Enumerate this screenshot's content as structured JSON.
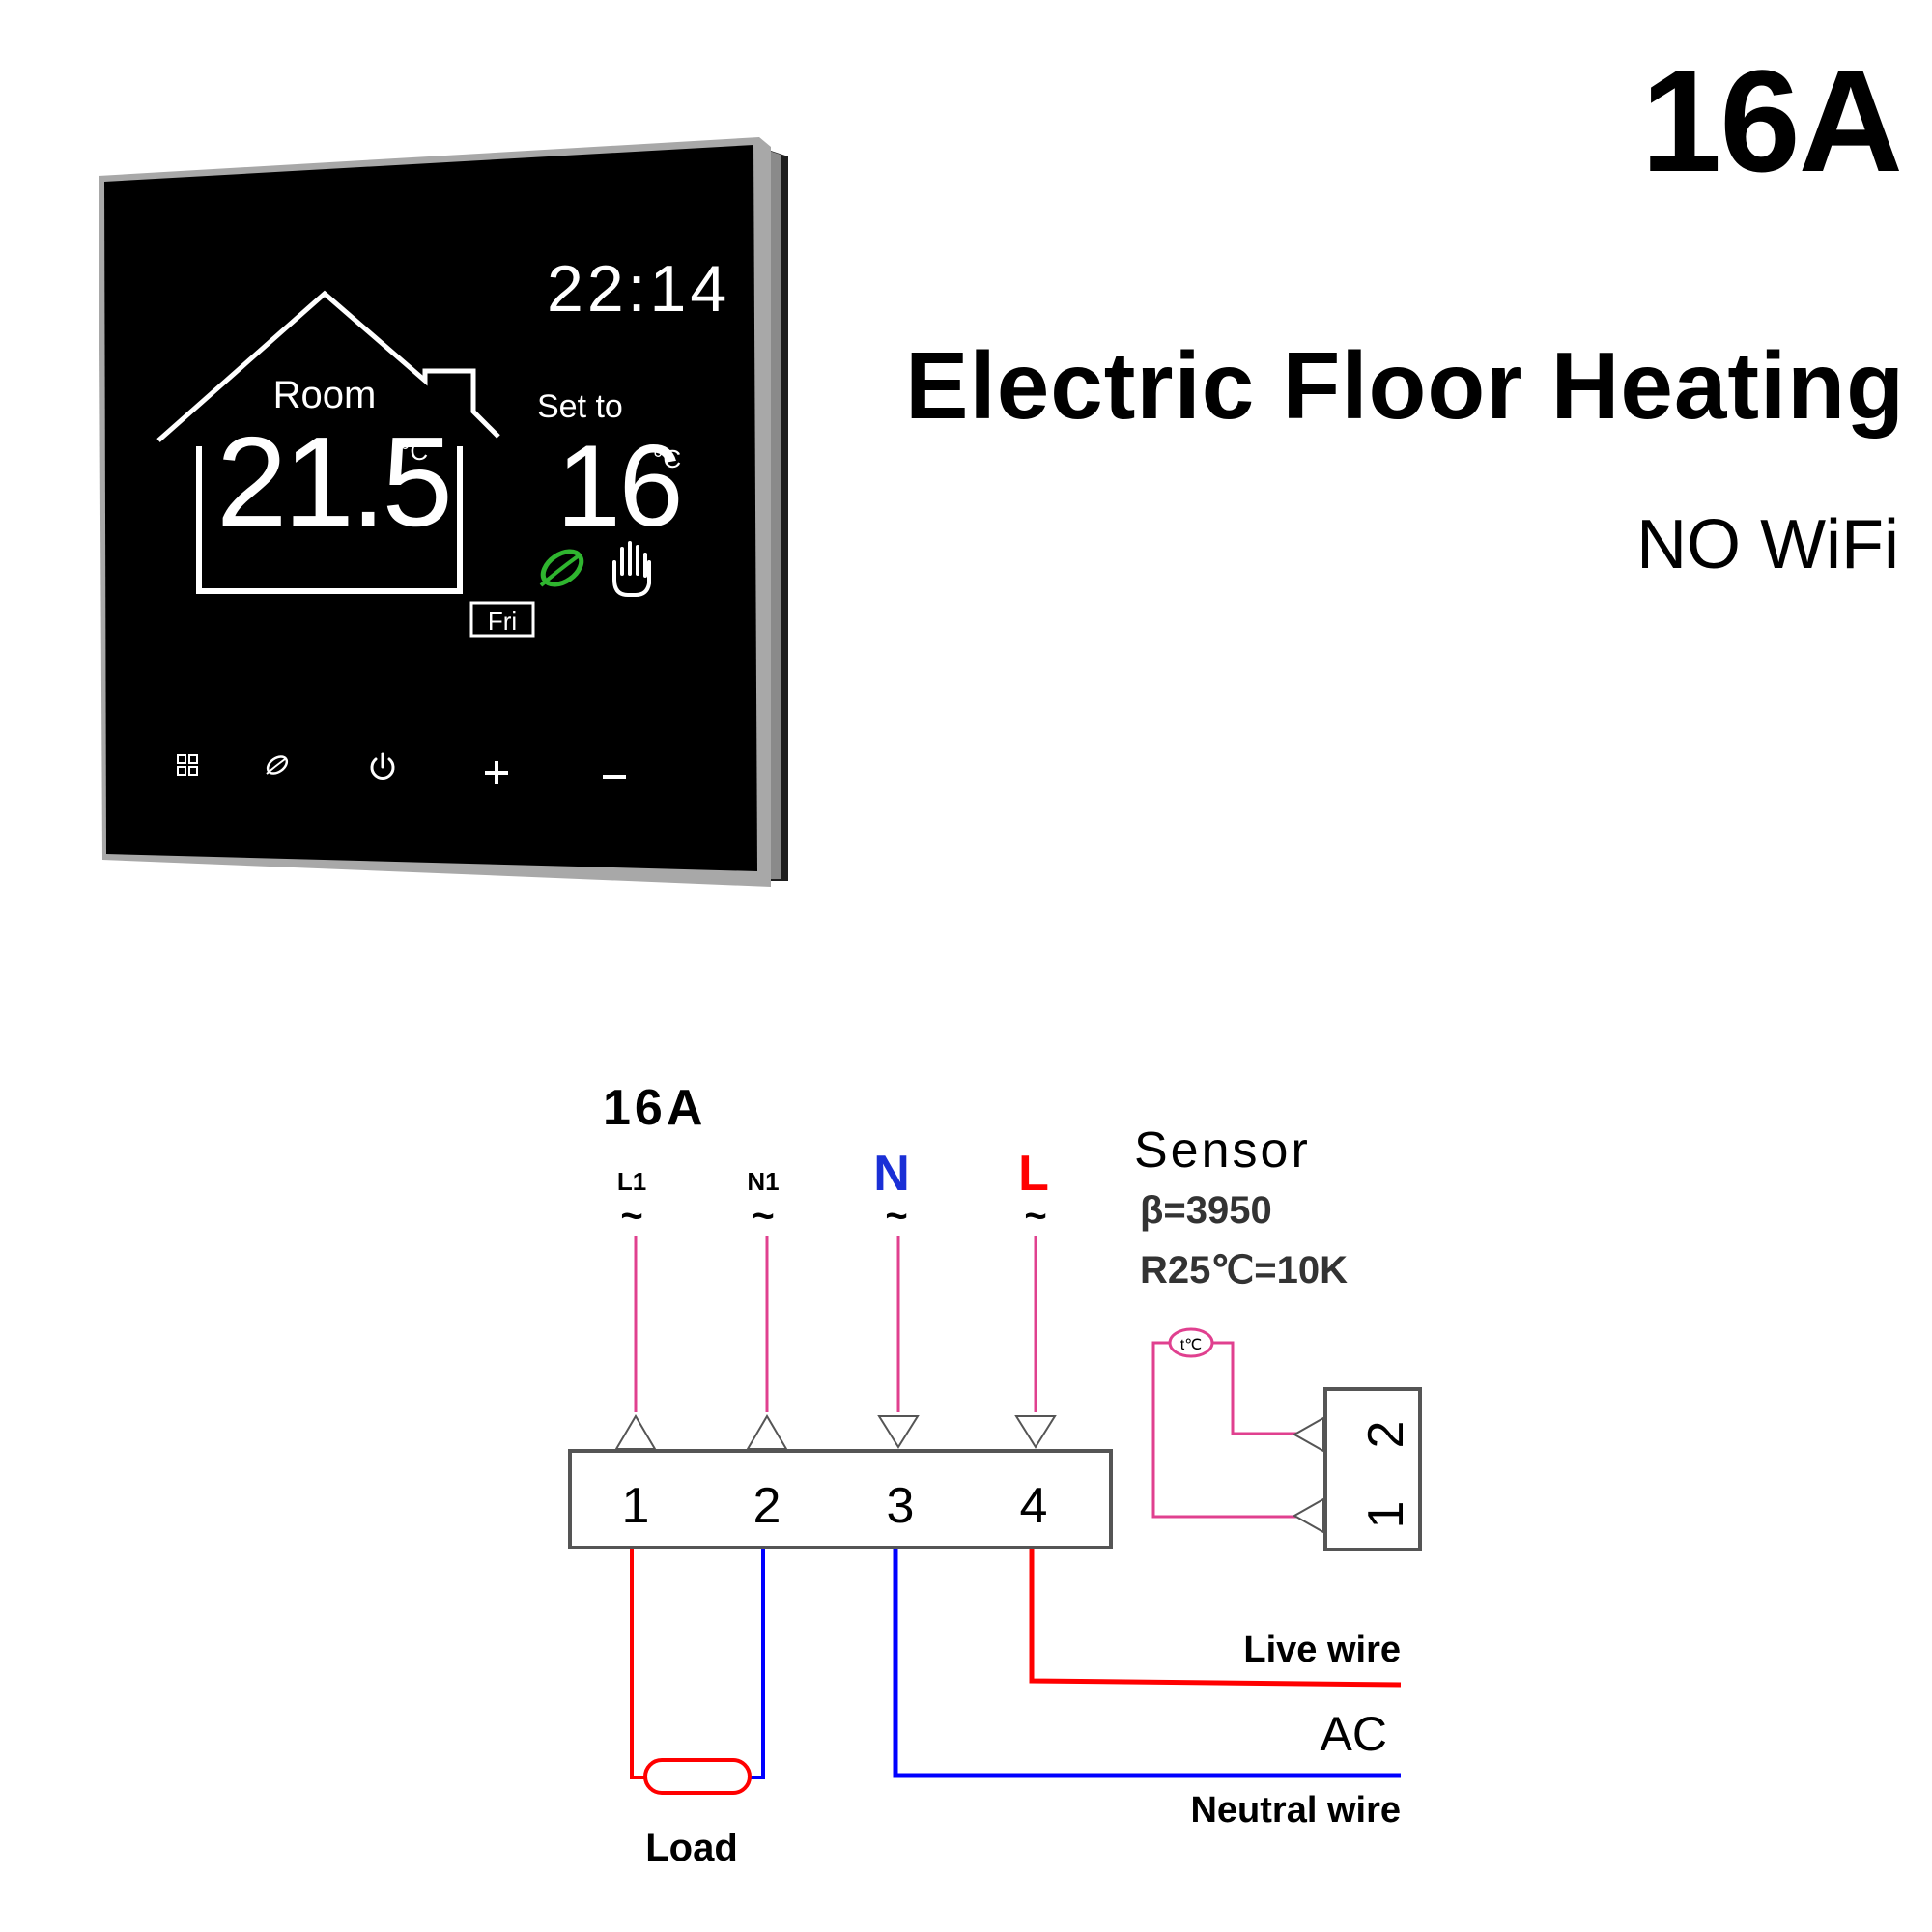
{
  "header": {
    "rating": "16A",
    "product": "Electric Floor Heating",
    "connectivity": "NO WiFi"
  },
  "thermostat": {
    "clock": "22:14",
    "room_label": "Room",
    "room_temp": "21.5",
    "room_unit": "°C",
    "set_label": "Set to",
    "set_temp": "16",
    "set_unit": "°C",
    "day": "Fri",
    "icons": [
      "eco-leaf-icon",
      "manual-hand-icon"
    ],
    "buttons": [
      "menu-icon",
      "eco-icon",
      "power-icon",
      "plus-icon",
      "minus-icon"
    ],
    "colors": {
      "screen": "#000000",
      "frame": "#9a9a9a",
      "display": "#ffffff",
      "eco": "#2fb52f"
    }
  },
  "wiring": {
    "rating": "16A",
    "terminal_labels": [
      "L1",
      "N1",
      "N",
      "L"
    ],
    "terminal_numbers": [
      "1",
      "2",
      "3",
      "4"
    ],
    "ac_symbol": "~",
    "sensor": {
      "title": "Sensor",
      "beta": "β=3950",
      "resistance": "R25℃=10K",
      "symbol": "t℃",
      "pins": [
        "2",
        "1"
      ]
    },
    "live_wire": "Live wire",
    "ac": "AC",
    "neutral_wire": "Neutral wire",
    "load": "Load",
    "colors": {
      "live": "#ff0000",
      "neutral": "#0000ff",
      "terminal_lead": "#e0408f",
      "n_label": "#1a2fd6",
      "l_label": "#ff0000"
    }
  }
}
